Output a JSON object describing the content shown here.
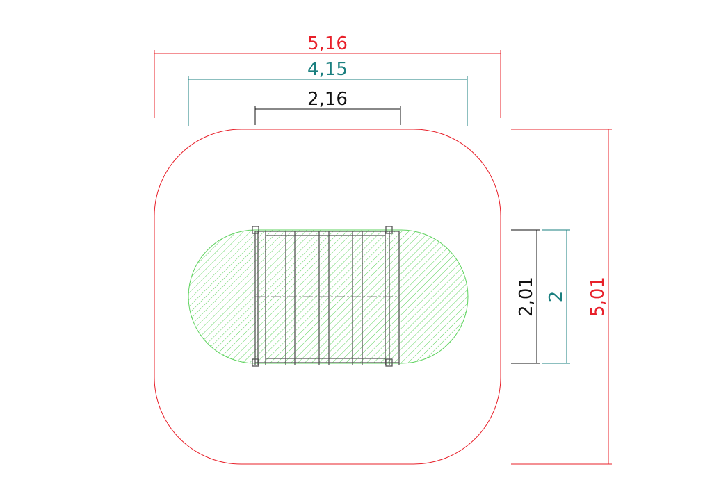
{
  "dimensions": {
    "outer_width": {
      "label": "5,16",
      "color": "#e8202a"
    },
    "area_width": {
      "label": "4,15",
      "color": "#1a7f7f"
    },
    "equipment_width": {
      "label": "2,16",
      "color": "#111111"
    },
    "equipment_depth": {
      "label": "2,01",
      "color": "#111111"
    },
    "area_depth": {
      "label": "2",
      "color": "#1a7f7f"
    },
    "outer_depth": {
      "label": "5,01",
      "color": "#e8202a"
    }
  },
  "colors": {
    "safety_zone": "#e8202a",
    "fall_area": "#39c439",
    "structure": "#555555"
  }
}
